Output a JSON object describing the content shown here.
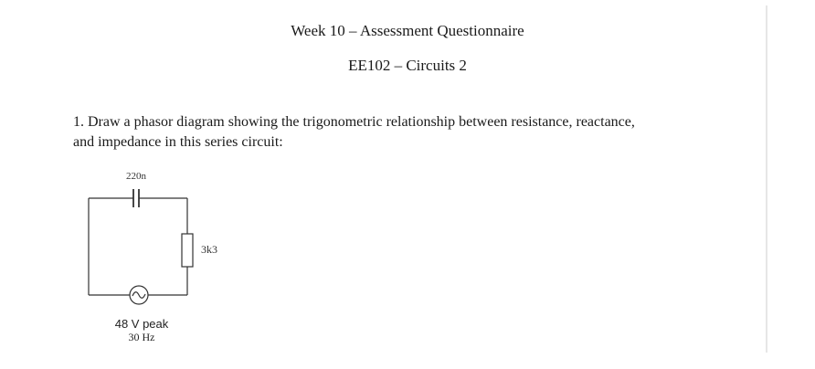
{
  "header": {
    "title": "Week 10 – Assessment Questionnaire",
    "subtitle": "EE102 – Circuits 2"
  },
  "question": {
    "line1": "1. Draw a phasor diagram showing the trigonometric relationship between resistance, reactance,",
    "line2": "and impedance in this series circuit:"
  },
  "circuit": {
    "capacitor_label": "220n",
    "resistor_label": "3k3",
    "source_voltage": "48 V peak",
    "source_frequency": "30 Hz"
  }
}
